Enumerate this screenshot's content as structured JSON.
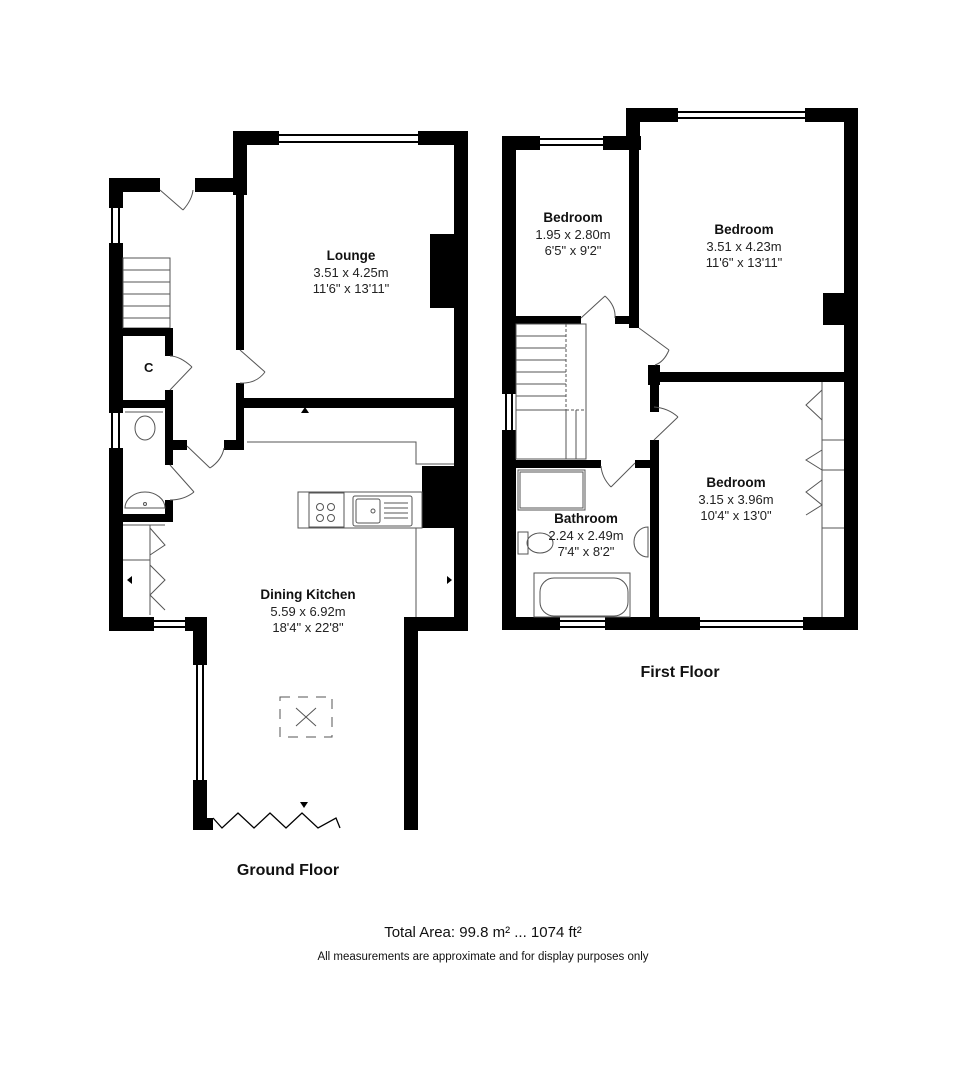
{
  "floors": [
    {
      "name": "Ground Floor",
      "rooms": [
        {
          "name": "Lounge",
          "metric": "3.51 x 4.25m",
          "imperial": "11'6\" x 13'11\""
        },
        {
          "name": "Dining Kitchen",
          "metric": "5.59 x 6.92m",
          "imperial": "18'4\" x 22'8\""
        },
        {
          "name": "C"
        }
      ]
    },
    {
      "name": "First Floor",
      "rooms": [
        {
          "name": "Bedroom",
          "metric": "1.95 x 2.80m",
          "imperial": "6'5\" x 9'2\""
        },
        {
          "name": "Bedroom",
          "metric": "3.51 x 4.23m",
          "imperial": "11'6\" x 13'11\""
        },
        {
          "name": "Bedroom",
          "metric": "3.15 x 3.96m",
          "imperial": "10'4\" x 13'0\""
        },
        {
          "name": "Bathroom",
          "metric": "2.24 x 2.49m",
          "imperial": "7'4\" x 8'2\""
        }
      ]
    }
  ],
  "footer": {
    "total_area": "Total Area: 99.8 m² ... 1074 ft²",
    "disclaimer": "All measurements are approximate and for display purposes only"
  },
  "colors": {
    "wall": "#000000",
    "fixture": "#555555",
    "background": "#ffffff"
  }
}
